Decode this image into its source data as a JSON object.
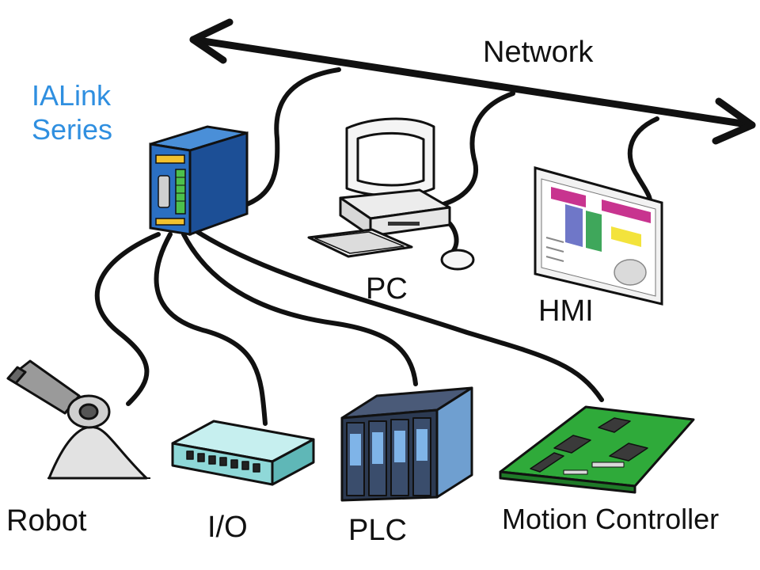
{
  "labels": {
    "network": "Network",
    "ialink_line1": "IALink",
    "ialink_line2": "Series",
    "pc": "PC",
    "hmi": "HMI",
    "robot": "Robot",
    "io": "I/O",
    "plc": "PLC",
    "motion_controller": "Motion Controller"
  },
  "colors": {
    "ialink_text": "#2f8fe0",
    "gateway_body": "#2b6fc2",
    "gateway_side": "#1c4f96",
    "gateway_accent": "#f2c12e",
    "gateway_terminals": "#4cc04c",
    "io_module": "#8fd8d8",
    "plc_module": "#2c3a52",
    "plc_panel": "#6f9fd0",
    "motion_board": "#2faa3a",
    "hmi_magenta": "#c8348f",
    "hmi_yellow": "#f3e33c",
    "hmi_green": "#3fa75b",
    "cable": "#111111"
  },
  "icons": [
    "ialink-gateway-icon",
    "pc-icon",
    "hmi-icon",
    "robot-icon",
    "io-module-icon",
    "plc-icon",
    "motion-controller-icon"
  ]
}
